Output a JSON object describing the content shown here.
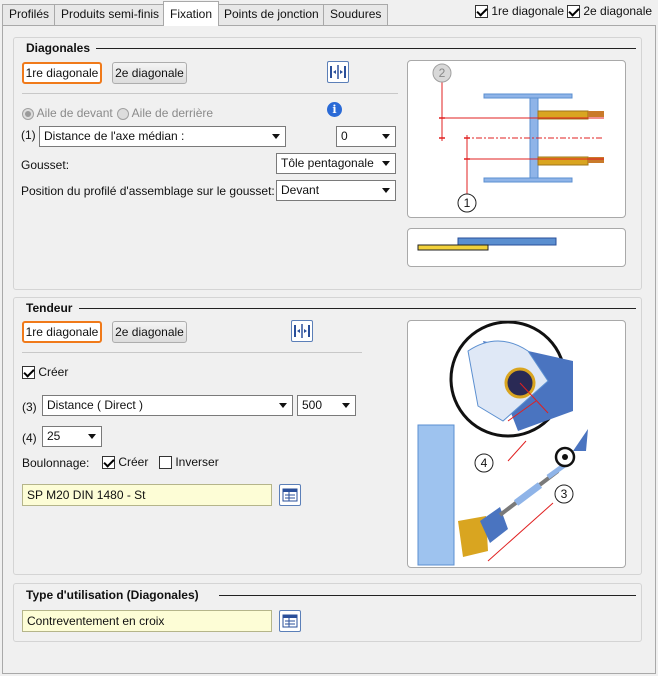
{
  "tabs": [
    {
      "label": "Profilés"
    },
    {
      "label": "Produits semi-finis"
    },
    {
      "label": "Fixation",
      "active": true
    },
    {
      "label": "Points de jonction"
    },
    {
      "label": "Soudures"
    }
  ],
  "top_checks": {
    "first": {
      "label": "1re diagonale",
      "checked": true
    },
    "second": {
      "label": "2e diagonale",
      "checked": true
    }
  },
  "diagonales": {
    "title": "Diagonales",
    "btn_first": "1re diagonale",
    "btn_second": "2e diagonale",
    "radio_front": "Aile de devant",
    "radio_back": "Aile de derrière",
    "row1_label": "(1)",
    "row1_combo": "Distance de l'axe médian :",
    "row1_value": "0",
    "gusset_label": "Gousset:",
    "gusset_value": "Tôle pentagonale",
    "position_label": "Position du profilé d'assemblage sur le gousset:",
    "position_value": "Devant",
    "info_glyph": "i",
    "preview_callouts": [
      "1",
      "2"
    ]
  },
  "tendeur": {
    "title": "Tendeur",
    "btn_first": "1re diagonale",
    "btn_second": "2e diagonale",
    "create_label": "Créer",
    "create_checked": true,
    "row3_label": "(3)",
    "row3_combo": "Distance ( Direct )",
    "row3_value": "500",
    "row4_label": "(4)",
    "row4_value": "25",
    "bolting_label": "Boulonnage:",
    "bolting_create": "Créer",
    "bolting_create_checked": true,
    "bolting_invert": "Inverser",
    "bolting_invert_checked": false,
    "bolt_spec": "SP M20 DIN 1480 - St",
    "preview_callouts": [
      "3",
      "4"
    ]
  },
  "usage": {
    "title": "Type d'utilisation (Diagonales)",
    "value": "Contreventement en croix"
  },
  "colors": {
    "accent_orange": "#f07a1a",
    "steel_blue": "#5b8fd0",
    "dark_blue": "#3d68b0",
    "gold": "#d9a520",
    "red": "#e02020",
    "input_yellow": "#fdfdd6"
  }
}
